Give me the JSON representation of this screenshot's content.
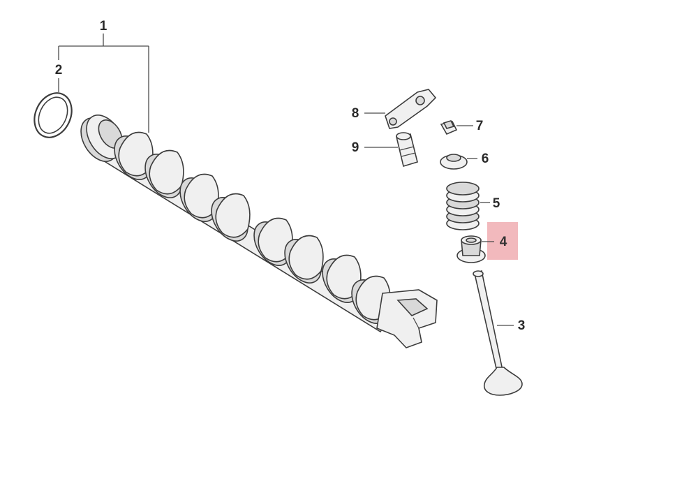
{
  "callouts": [
    {
      "id": "1",
      "label": "1"
    },
    {
      "id": "2",
      "label": "2"
    },
    {
      "id": "3",
      "label": "3"
    },
    {
      "id": "4",
      "label": "4"
    },
    {
      "id": "5",
      "label": "5"
    },
    {
      "id": "6",
      "label": "6"
    },
    {
      "id": "7",
      "label": "7"
    },
    {
      "id": "8",
      "label": "8"
    },
    {
      "id": "9",
      "label": "9"
    }
  ],
  "highlighted_part": "4",
  "colors": {
    "highlight": "#f2b9bd",
    "line": "#4a4a4a",
    "part_fill": "#f0f0f0"
  }
}
